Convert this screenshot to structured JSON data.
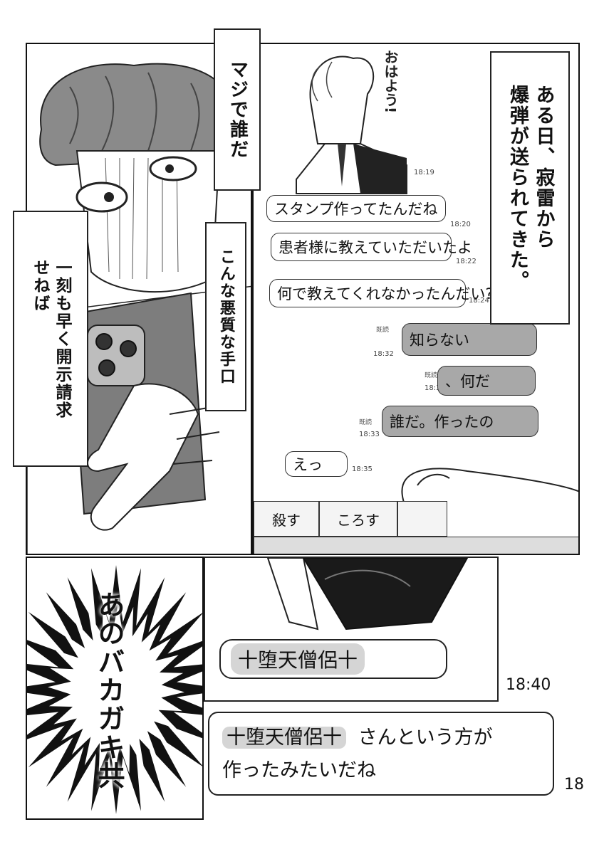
{
  "narration": {
    "intro": "ある日、寂雷から\n爆弾が送られてきた。",
    "who": "マジで誰だ",
    "malicious": "こんな悪質な手口",
    "disclosure": "一刻も早く開示請求\nせねば",
    "shout": "あのバカガキ共"
  },
  "chat": {
    "sticker_text": "おはよう!",
    "messages": [
      {
        "text": "スタンプ作ってたんだね",
        "time": "18:20"
      },
      {
        "text": "患者様に教えていただいたよ",
        "time": "18:22"
      },
      {
        "text": "何で教えてくれなかったんだい?",
        "time": "18:24"
      },
      {
        "text": "知らない",
        "read": "既読",
        "time": "18:32"
      },
      {
        "text": "、何だ",
        "read": "既読",
        "time": "18:32"
      },
      {
        "text": "誰だ。作ったの",
        "read": "既読",
        "time": "18:33"
      },
      {
        "text": "えっ",
        "time": "18:35"
      }
    ],
    "sticker_time": "18:19",
    "keyboard": [
      "殺す",
      "ころす"
    ]
  },
  "bottom": {
    "name_bubble": "十堕天僧侶十",
    "time": "18:40",
    "reply_name": "十堕天僧侶十",
    "reply_rest_1": "さんという方が",
    "reply_rest_2": "作ったみたいだね"
  },
  "page_number": "18"
}
